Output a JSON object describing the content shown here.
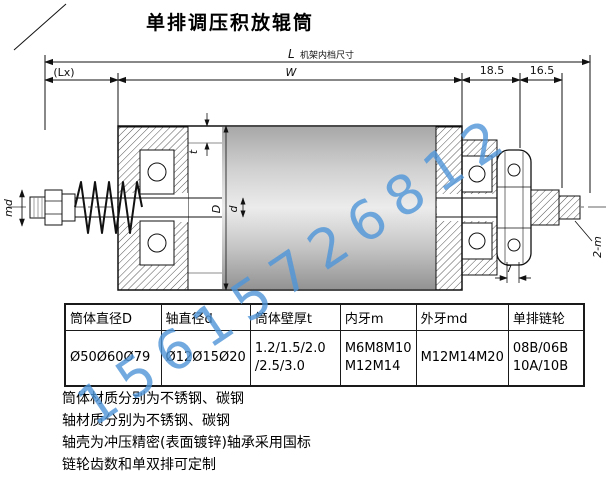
{
  "title": "单排调压积放辊筒",
  "watermark": "15615726812",
  "colors": {
    "watermark": "#4f96d9",
    "line": "#111111"
  },
  "dims": {
    "L": "L",
    "L_note": "机架内档尺寸",
    "Lx": "(Lx)",
    "W": "W",
    "seg_18_5": "18.5",
    "seg_16_5": "16.5",
    "md": "md",
    "t": "t",
    "D": "D",
    "d": "d",
    "seven": "7",
    "two_m": "2-m"
  },
  "table": {
    "headers": [
      "筒体直径D",
      "轴直径d",
      "筒体壁厚t",
      "内牙m",
      "外牙md",
      "单排链轮"
    ],
    "row": [
      [
        "Ø50Ø60Ø79"
      ],
      [
        "Ø12Ø15Ø20"
      ],
      [
        "1.2/1.5/2.0",
        "/2.5/3.0"
      ],
      [
        "M6M8M10",
        "M12M14"
      ],
      [
        "M12M14M20"
      ],
      [
        "08B/06B",
        "10A/10B"
      ]
    ]
  },
  "notes": [
    "筒体材质分别为不锈钢、碳钢",
    "轴材质分别为不锈钢、碳钢",
    "轴壳为冲压精密(表面镀锌)轴承采用国标",
    "链轮齿数和单双排可定制"
  ]
}
